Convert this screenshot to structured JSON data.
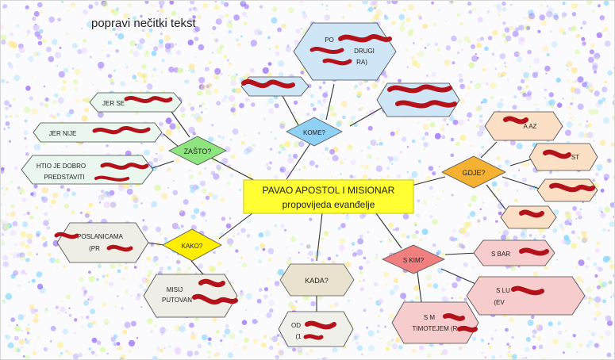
{
  "instruction": "popravi nečitki tekst",
  "center": {
    "title": "PAVAO APOSTOL I MISIONAR",
    "subtitle": "propovijeda evanđelje"
  },
  "questions": {
    "zasto": "ZAŠTO?",
    "kome": "KOME?",
    "gdje": "GDJE?",
    "kako": "KAKO?",
    "kada": "KADA?",
    "s_kim": "S KIM?"
  },
  "answers": {
    "zasto_1": "JER SE",
    "zasto_2": "JER NIJE",
    "zasto_3a": "HTIO JE DOBRO",
    "zasto_3b": "PREDSTAVITI",
    "kome_1a": "PO",
    "kome_1b": "DRUGI",
    "kome_1c": "RA)",
    "kome_2": "",
    "kome_3": "",
    "gdje_1": "A AZ",
    "gdje_2": "ST",
    "gdje_3": "",
    "gdje_4": "",
    "kako_1a": "POSLANICAMA",
    "kako_1b": "(PR",
    "kako_2a": "MISIJ",
    "kako_2b": "PUTOVAN",
    "kada_1a": "OD",
    "kada_1b": "(1",
    "skim_1": "S BAR",
    "skim_2a": "S LU",
    "skim_2b": "(EV",
    "skim_3a": "S M",
    "skim_3b": "TIMOTEJEM (R"
  },
  "colors": {
    "center_fill": "#ffff33",
    "q_zasto": "#8ee57f",
    "q_kome": "#8fd0f5",
    "q_gdje": "#f5b232",
    "q_kako": "#ffee00",
    "q_kada": "#e8e2cf",
    "q_skim": "#f08080",
    "a_zasto": "#e9f7ee",
    "a_kome": "#cfe6f7",
    "a_gdje": "#fbe0c6",
    "a_kako": "#eeeee6",
    "a_kada": "#f0f0ea",
    "a_skim": "#f7cccc",
    "scribble": "#b3121a"
  }
}
